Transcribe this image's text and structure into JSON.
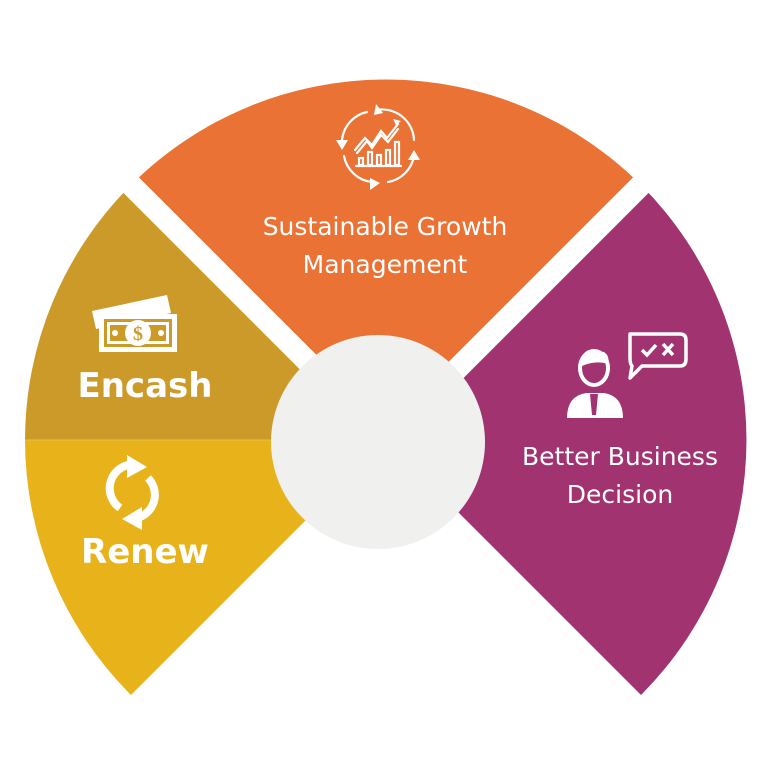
{
  "diagram": {
    "type": "segmented-half-wheel",
    "segments": [
      {
        "id": "growth",
        "label_line1": "Sustainable Growth",
        "label_line2": "Management",
        "icon": "growth-cycle-chart-icon",
        "color": "#EA7234"
      },
      {
        "id": "better",
        "label_line1": "Better Business",
        "label_line2": "Decision",
        "icon": "businessman-decision-icon",
        "color": "#A03370"
      },
      {
        "id": "encash",
        "label": "Encash",
        "icon": "money-bills-icon",
        "color": "#CC9A28"
      },
      {
        "id": "renew",
        "label": "Renew",
        "icon": "refresh-arrows-icon",
        "color": "#E8B21B"
      }
    ],
    "center_color": "#F0F0EF",
    "background": "#FFFFFF"
  }
}
